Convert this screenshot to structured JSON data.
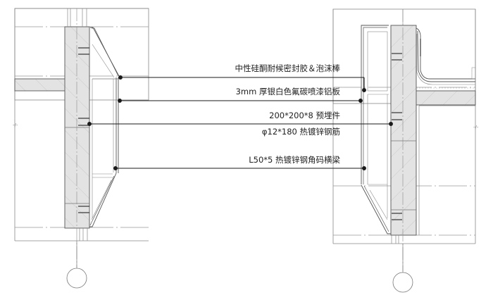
{
  "diagram": {
    "title": "",
    "type": "architectural-section-detail",
    "colors": {
      "background": "#ffffff",
      "line": "#555555",
      "thin_line": "#9a9a9a",
      "concrete_fill": "#e3e3e3",
      "leader": "#1a1a1a"
    },
    "annotations": [
      {
        "id": "sealant",
        "label": "中性硅酮耐候密封胶＆泡沫棒"
      },
      {
        "id": "aluminum-panel",
        "label": "3mm 厚银白色氟碳喷漆铝板"
      },
      {
        "id": "embedded-plate",
        "label": "200*200*8 预埋件"
      },
      {
        "id": "rebar",
        "label": "φ12*180 热镀锌钢筋"
      },
      {
        "id": "angle-beam",
        "label": "L50*5 热镀锌钢角码横梁"
      }
    ],
    "views": [
      {
        "id": "left-section",
        "axis_marker": ""
      },
      {
        "id": "right-section",
        "axis_marker": ""
      }
    ]
  }
}
